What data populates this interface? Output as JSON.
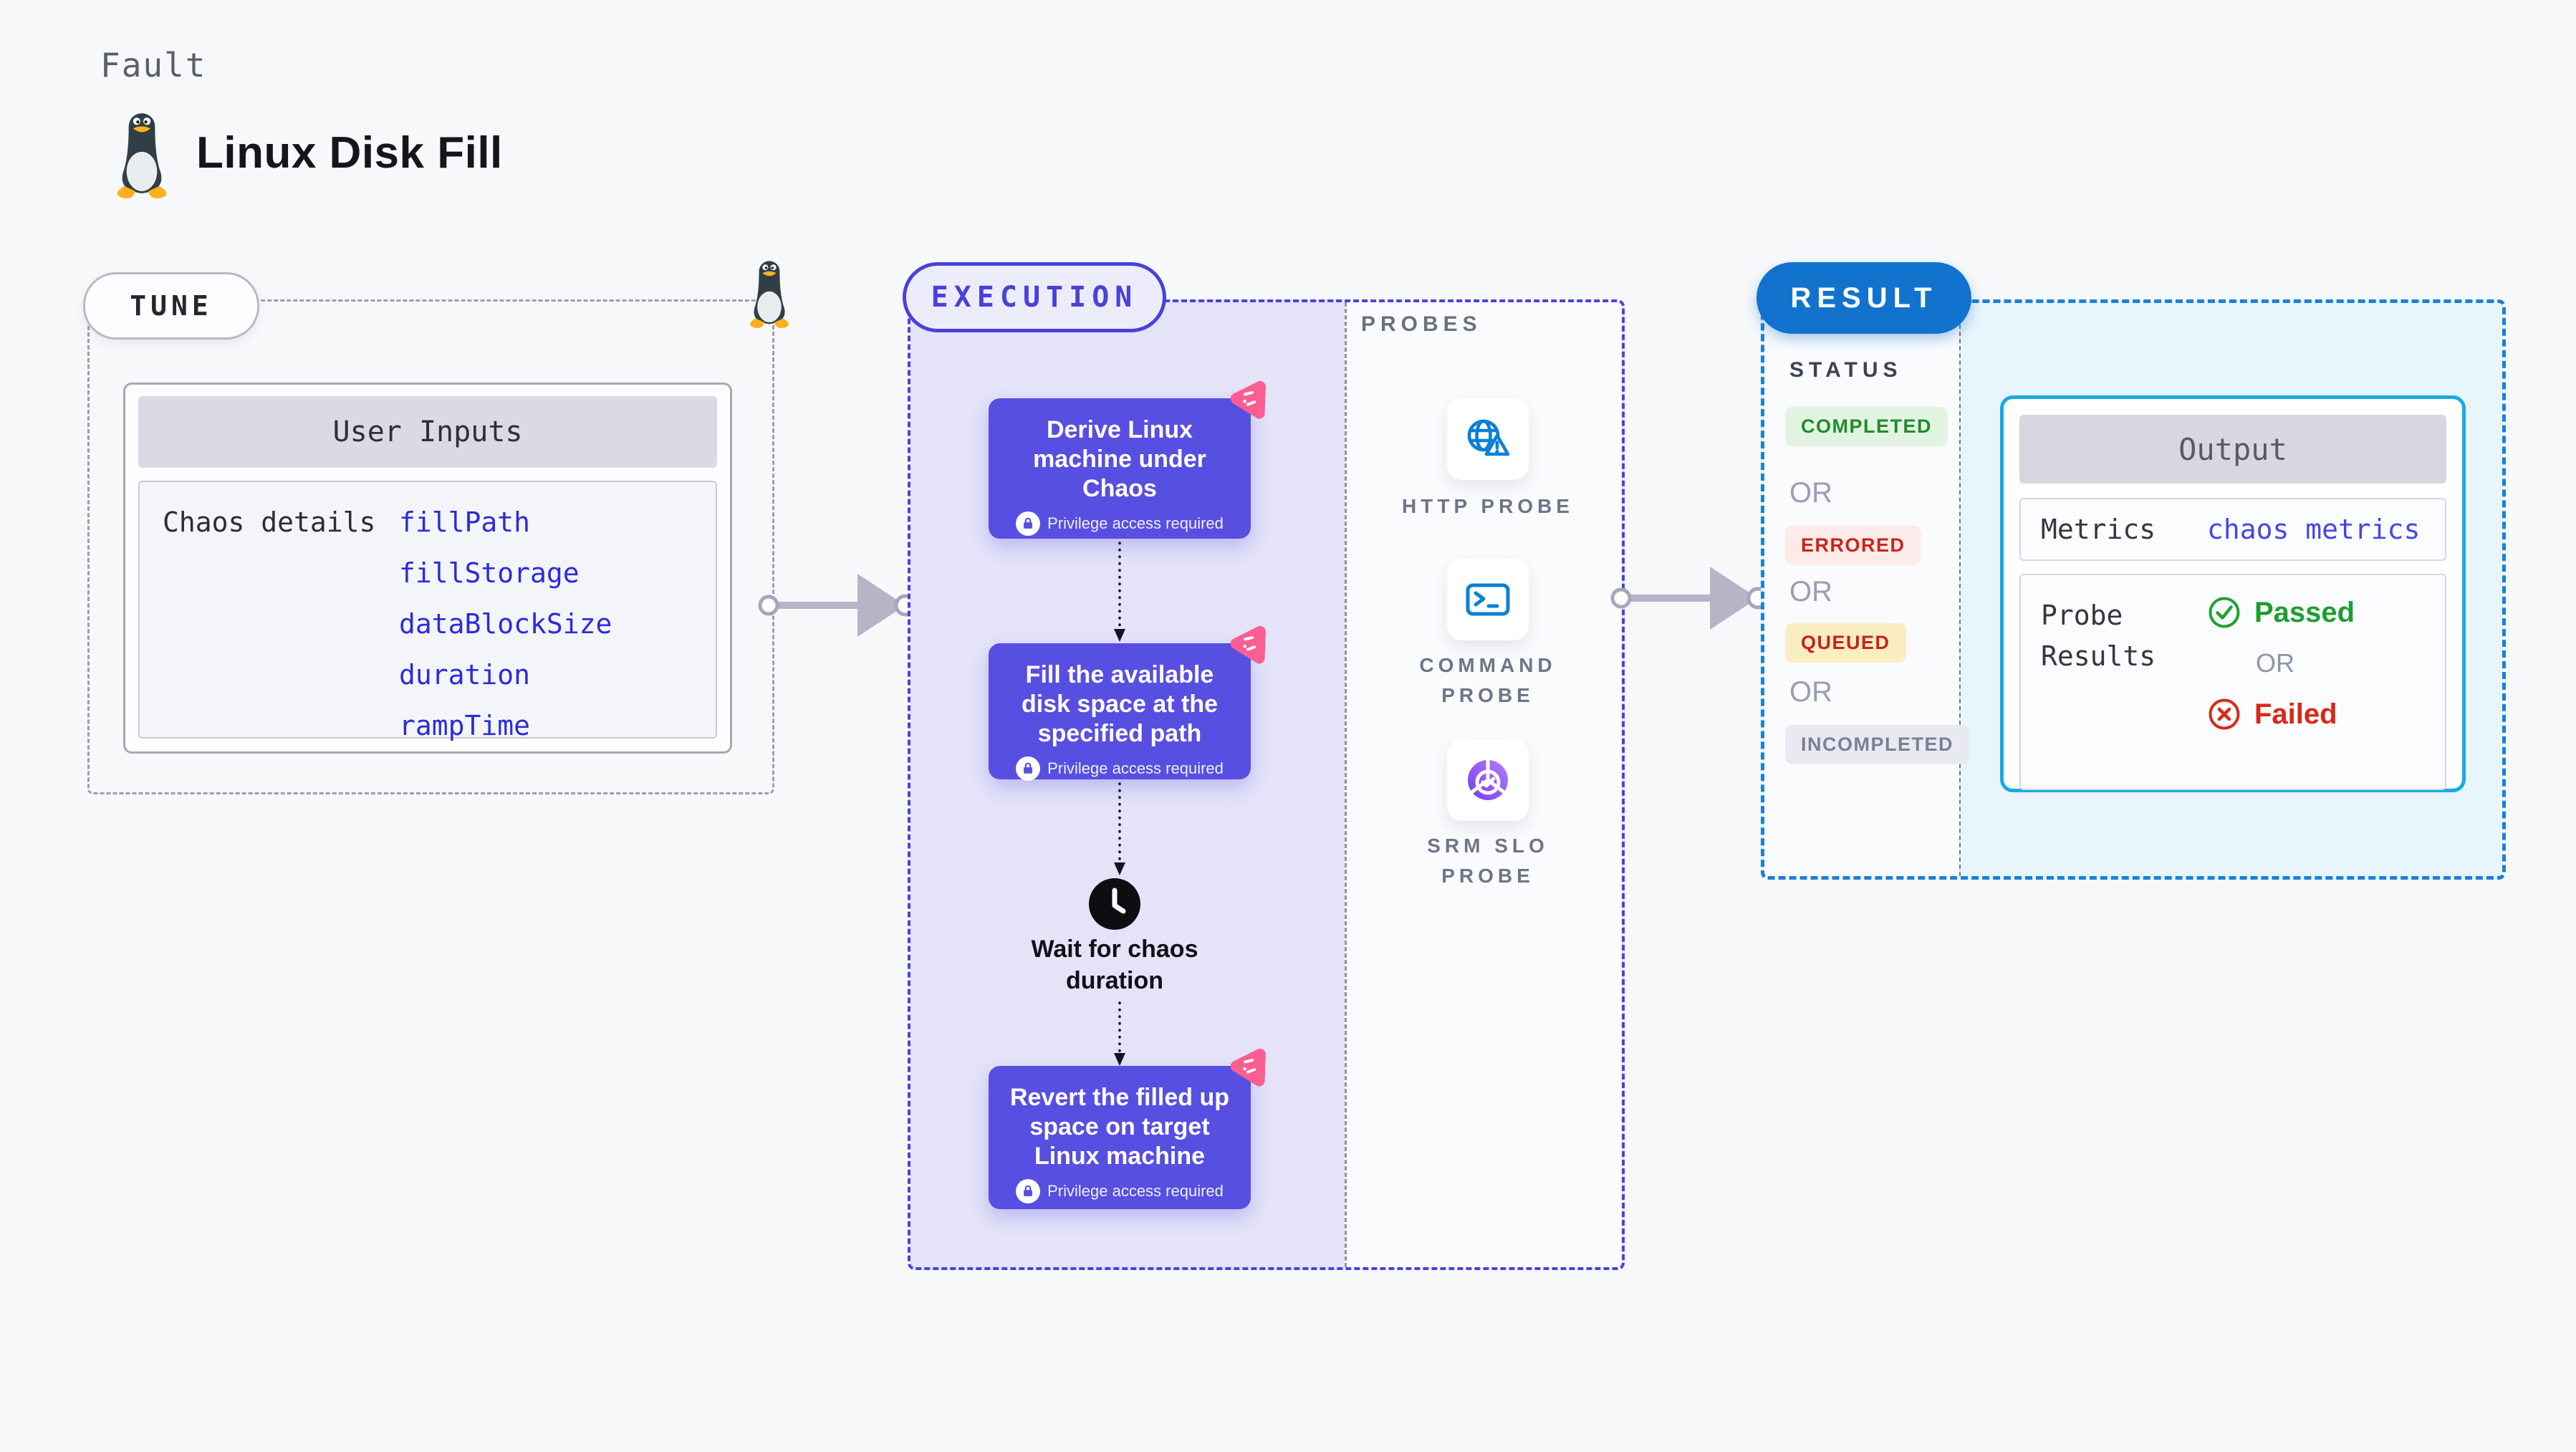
{
  "header": {
    "fault_label": "Fault",
    "title": "Linux Disk Fill"
  },
  "tune": {
    "label": "TUNE",
    "card_title": "User Inputs",
    "row_label": "Chaos details",
    "inputs": [
      "fillPath",
      "fillStorage",
      "dataBlockSize",
      "duration",
      "rampTime"
    ]
  },
  "execution": {
    "label": "EXECUTION",
    "steps": [
      {
        "text": "Derive Linux machine under Chaos",
        "badge": "Privilege access required"
      },
      {
        "text": "Fill the available disk space at the specified path",
        "badge": "Privilege access required"
      },
      {
        "text": "Revert the filled up space on target Linux machine",
        "badge": "Privilege access required"
      }
    ],
    "wait_label": "Wait for chaos duration"
  },
  "probes": {
    "label": "PROBES",
    "items": [
      {
        "name": "HTTP PROBE",
        "icon": "globe-warning-icon"
      },
      {
        "name": "COMMAND PROBE",
        "icon": "terminal-icon"
      },
      {
        "name": "SRM SLO PROBE",
        "icon": "slo-pie-check-icon"
      }
    ]
  },
  "result": {
    "label": "RESULT",
    "status_label": "STATUS",
    "statuses": [
      "COMPLETED",
      "ERRORED",
      "QUEUED",
      "INCOMPLETED"
    ],
    "or_label": "OR",
    "output": {
      "title": "Output",
      "metrics_label": "Metrics",
      "metrics_value": "chaos metrics",
      "probe_results_label": "Probe Results",
      "passed": "Passed",
      "or_label": "OR",
      "failed": "Failed"
    }
  },
  "icons": {
    "fault": "tux-penguin-icon",
    "step_corner": "chaos-pink-triangle-icon",
    "privilege": "lock-icon",
    "wait": "clock-icon",
    "passed": "check-circle-icon",
    "failed": "x-circle-icon"
  },
  "colors": {
    "page_bg": "#f7f8fa",
    "tune_dash": "#9aa0ab",
    "execution_dash": "#4b41df",
    "execution_bg": "#e4e3f8",
    "step_box": "#574ee2",
    "chaos_pink": "#fb5e90",
    "probe_blue": "#0a80d6",
    "slo_purple": "#7a3bef",
    "result_dash": "#1b80d6",
    "result_pill": "#1173cd",
    "output_border": "#16abe2",
    "output_bg": "#e8f5fc",
    "completed_green": "#1f8b2c",
    "errored_red": "#cd2319",
    "queued_yellow_bg": "#faedc1",
    "passed_green": "#1e9e30",
    "failed_red": "#d8281a",
    "input_blue": "#2b2bdc"
  }
}
